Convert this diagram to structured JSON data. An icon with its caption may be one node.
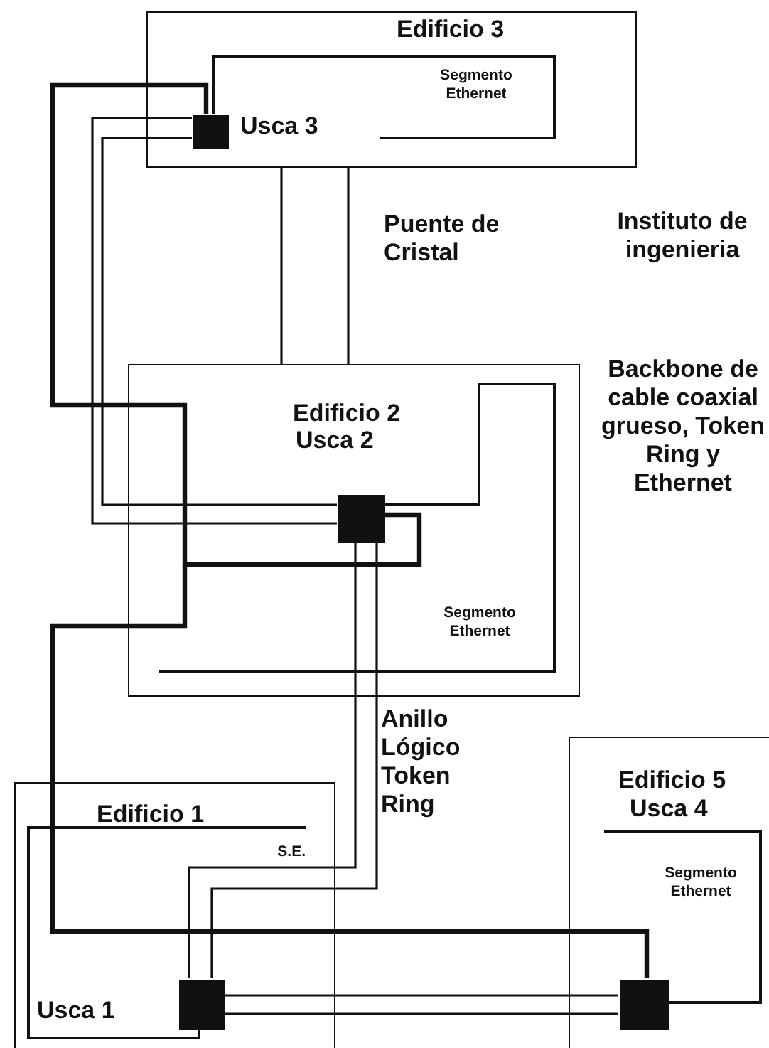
{
  "diagram": {
    "nodes": [
      {
        "text": [
          "Edificio 3"
        ]
      },
      {
        "text": [],
        "shape": "box",
        "beside": [
          "Usca 3"
        ],
        "in": 0
      },
      {
        "text": [
          "Edificio 2"
        ]
      },
      {
        "text": [],
        "shape": "box",
        "beside": [
          "Usca 2"
        ],
        "in": 2
      },
      {
        "text": [
          "Edificio 1"
        ]
      },
      {
        "text": [],
        "shape": "box",
        "beside": [
          "Usca 1"
        ],
        "in": 4
      },
      {
        "text": [
          "Edificio 5",
          "Usca 4"
        ]
      },
      {
        "text": [],
        "shape": "box",
        "in": 6
      }
    ],
    "edges": [
      {
        "from": 1,
        "to": 3,
        "arrow": "none"
      },
      {
        "from": 1,
        "to": 3,
        "arrow": "none"
      },
      {
        "from": 1,
        "to": 3,
        "arrow": "none",
        "style": "thick"
      },
      {
        "from": 1,
        "to": 7,
        "arrow": "none",
        "style": "thick"
      },
      {
        "from": 3,
        "to": 5,
        "arrow": "none"
      },
      {
        "from": 3,
        "to": 5,
        "arrow": "none"
      },
      {
        "from": 5,
        "to": 7,
        "arrow": "none"
      },
      {
        "from": 5,
        "to": 7,
        "arrow": "none"
      }
    ],
    "labels": [
      "Segmento Ethernet",
      "Puente de Cristal",
      "Instituto de ingenieria",
      "Backbone de cable coaxial grueso, Token Ring y Ethernet",
      "Segmento Ethernet",
      "Anillo Lógico Token Ring",
      "S.E.",
      "Segmento Ethernet"
    ]
  }
}
